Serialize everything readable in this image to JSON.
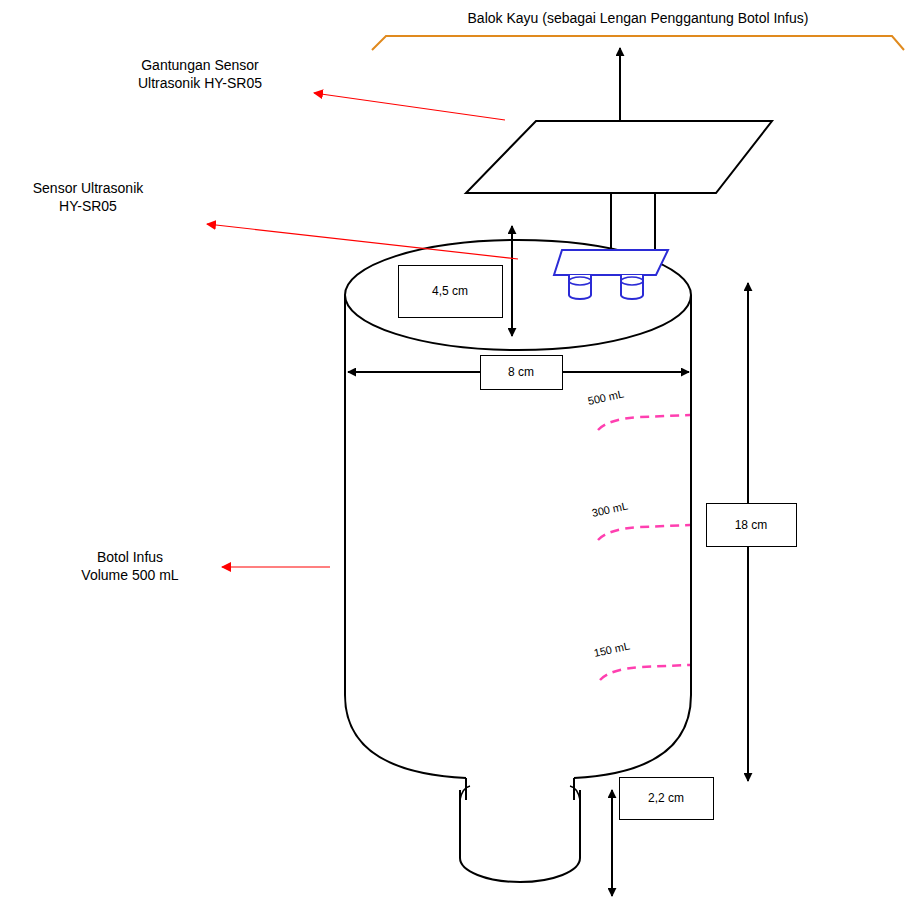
{
  "diagram": {
    "nodes": [
      {
        "text": [
          "4,5 cm"
        ]
      },
      {
        "text": [
          "8 cm"
        ]
      },
      {
        "text": [
          "18 cm"
        ]
      },
      {
        "text": [
          "2,2 cm"
        ]
      }
    ],
    "labels": [
      "Balok Kayu (sebagai Lengan Penggantung Botol Infus)",
      "Gantungan Sensor Ultrasonik HY-SR05",
      "Sensor Ultrasonik HY-SR05",
      "Botol Infus Volume 500 mL",
      "500 mL",
      "300 mL",
      "150 mL"
    ]
  }
}
